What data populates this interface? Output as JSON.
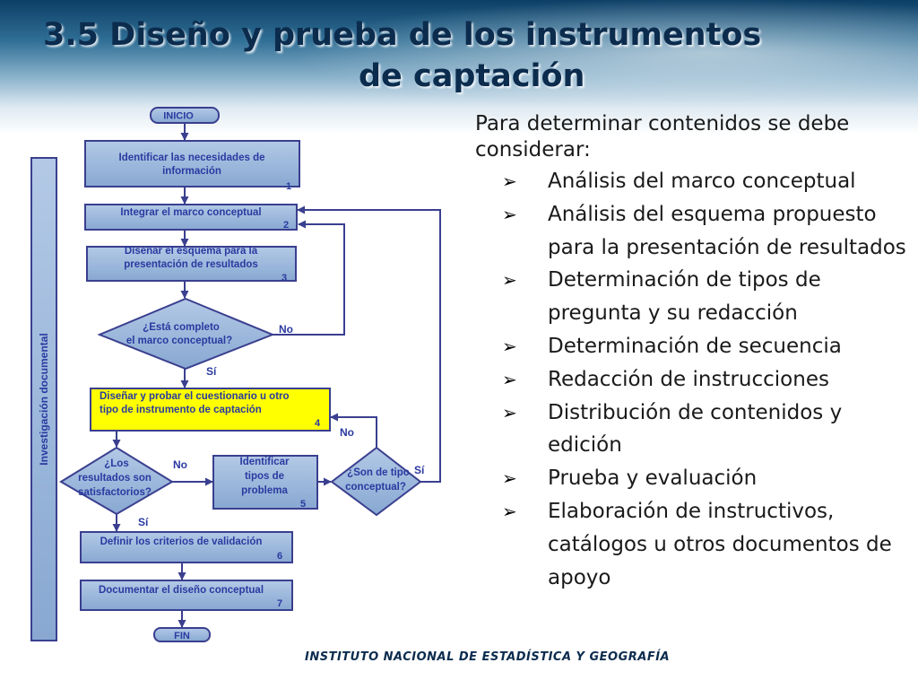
{
  "title": {
    "line1": "3.5 Diseño y prueba de los instrumentos",
    "line2": "de captación"
  },
  "flowchart": {
    "side_label": "Investigación documental",
    "start": "INICIO",
    "end": "FIN",
    "step1": {
      "line1": "Identificar las necesidades de",
      "line2": "información",
      "num": "1"
    },
    "step2": {
      "line1": "Integrar el marco conceptual",
      "num": "2"
    },
    "step3": {
      "line1": "Diseñar el esquema para la",
      "line2": "presentación de resultados",
      "num": "3"
    },
    "decision1": {
      "line1": "¿Está completo",
      "line2": "el  marco conceptual?",
      "no": "No",
      "yes": "Sí"
    },
    "step4": {
      "line1": "Diseñar y probar el cuestionario u otro",
      "line2": "tipo de instrumento de captación",
      "num": "4"
    },
    "decision2": {
      "line1": "¿Los",
      "line2": "resultados son",
      "line3": "satisfactorios?",
      "no": "No",
      "yes": "Sí"
    },
    "step5": {
      "line1": "Identificar",
      "line2": "tipos de",
      "line3": "problema",
      "num": "5"
    },
    "decision3": {
      "line1": "¿Son de tipo",
      "line2": "conceptual?",
      "no": "No",
      "yes": "Sí"
    },
    "step6": {
      "line1": "Definir los criterios de validación",
      "num": "6"
    },
    "step7": {
      "line1": "Documentar el diseño conceptual",
      "num": "7"
    }
  },
  "content": {
    "intro": "Para determinar contenidos se debe considerar:",
    "bullets": [
      "Análisis del marco conceptual",
      "Análisis del esquema propuesto para la presentación de resultados",
      "Determinación de tipos de pregunta y su redacción",
      "Determinación de secuencia",
      "Redacción de instrucciones",
      "Distribución de contenidos y edición",
      "Prueba y evaluación",
      "Elaboración de instructivos, catálogos u otros documentos de apoyo"
    ]
  },
  "footer": "INSTITUTO NACIONAL  DE ESTADÍSTICA Y GEOGRAFÍA",
  "colors": {
    "box_fill": "#95b3d7",
    "box_border": "#3a3f8f",
    "label_text": "#2a3aa0",
    "highlight_fill": "#ffff00",
    "title_text": "#0c2c4e"
  }
}
